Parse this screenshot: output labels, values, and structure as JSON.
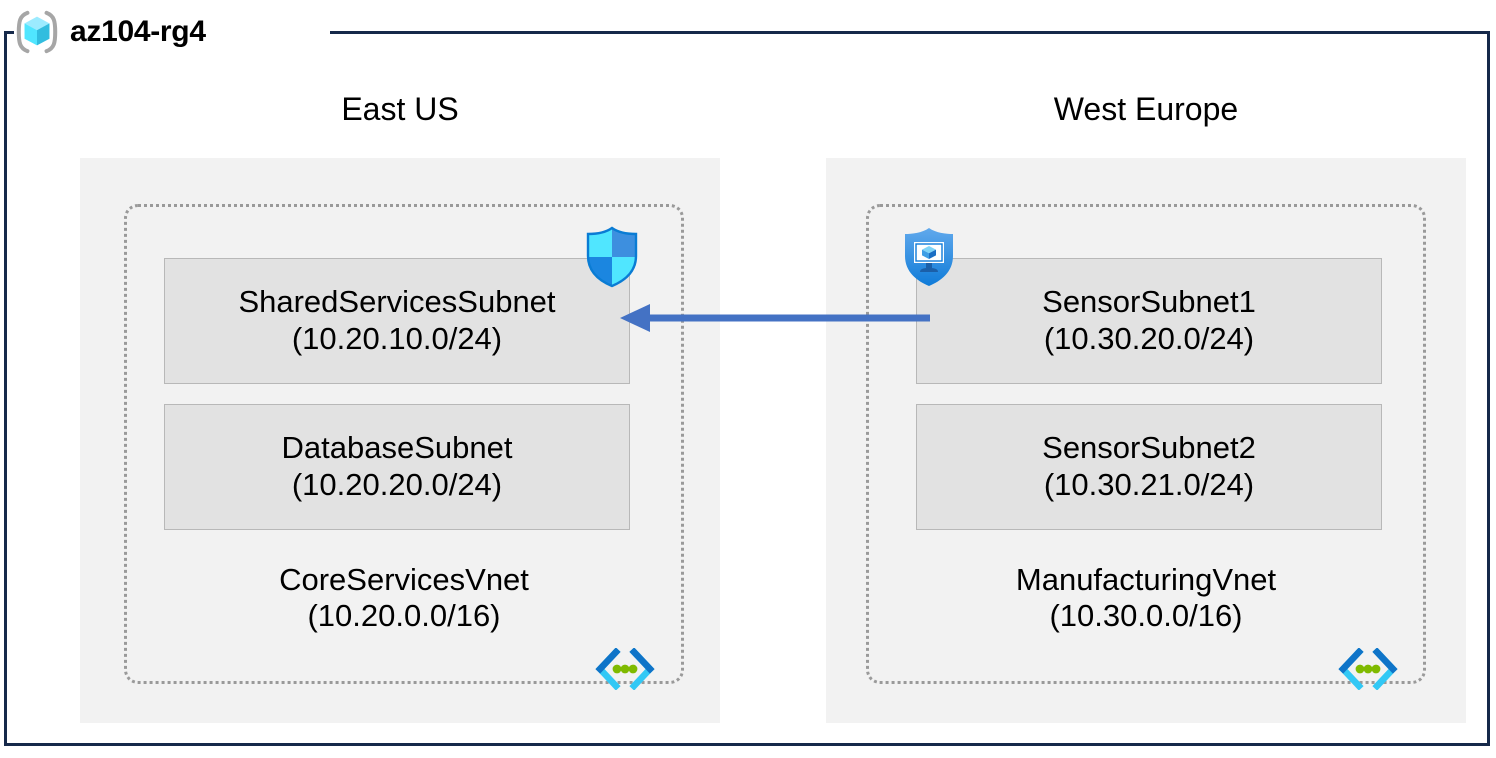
{
  "resource_group": {
    "name": "az104-rg4",
    "icon": "resource-group-cube-icon"
  },
  "regions": [
    {
      "label": "East US"
    },
    {
      "label": "West Europe"
    }
  ],
  "vnets": [
    {
      "name": "CoreServicesVnet",
      "address_space": "(10.20.0.0/16)",
      "region": "East US",
      "icon": "virtual-network-icon",
      "subnets": [
        {
          "name": "SharedServicesSubnet",
          "address_prefix": "(10.20.10.0/24)",
          "attached_icon": "network-security-group-shield-icon"
        },
        {
          "name": "DatabaseSubnet",
          "address_prefix": "(10.20.20.0/24)",
          "attached_icon": ""
        }
      ]
    },
    {
      "name": "ManufacturingVnet",
      "address_space": "(10.30.0.0/16)",
      "region": "West Europe",
      "icon": "virtual-network-icon",
      "subnets": [
        {
          "name": "SensorSubnet1",
          "address_prefix": "(10.30.20.0/24)",
          "attached_icon": "application-security-group-shield-icon"
        },
        {
          "name": "SensorSubnet2",
          "address_prefix": "(10.30.21.0/24)",
          "attached_icon": ""
        }
      ]
    }
  ],
  "connection": {
    "name": "vnet-peering-arrow",
    "direction": "right-to-left",
    "from": "SensorSubnet1",
    "to": "SharedServicesSubnet"
  },
  "colors": {
    "frame_navy": "#16294a",
    "region_fill": "#f2f2f2",
    "vnet_border": "#9a9a9a",
    "subnet_fill": "#e2e2e2",
    "subnet_border": "#b8b8b8",
    "arrow_blue": "#4472c4",
    "azure_cyan": "#50e6ff",
    "azure_blue": "#0078d4",
    "vnet_icon_green": "#7fba00"
  }
}
